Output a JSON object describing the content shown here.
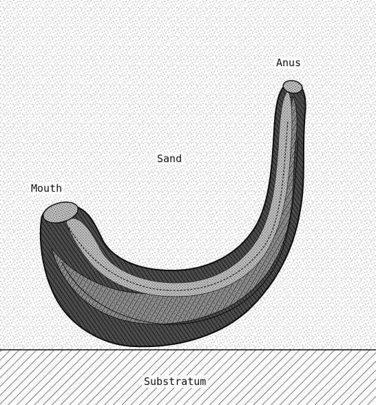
{
  "labels": {
    "anus": "Anus",
    "sand": "Sand",
    "mouth": "Mouth",
    "substratum": "Substratum"
  },
  "colors": {
    "ink": "#111111",
    "paper": "#ffffff",
    "body_shadow": "#3a3a3a",
    "body_mid": "#7a7a7a",
    "body_light": "#c8c8c8"
  }
}
